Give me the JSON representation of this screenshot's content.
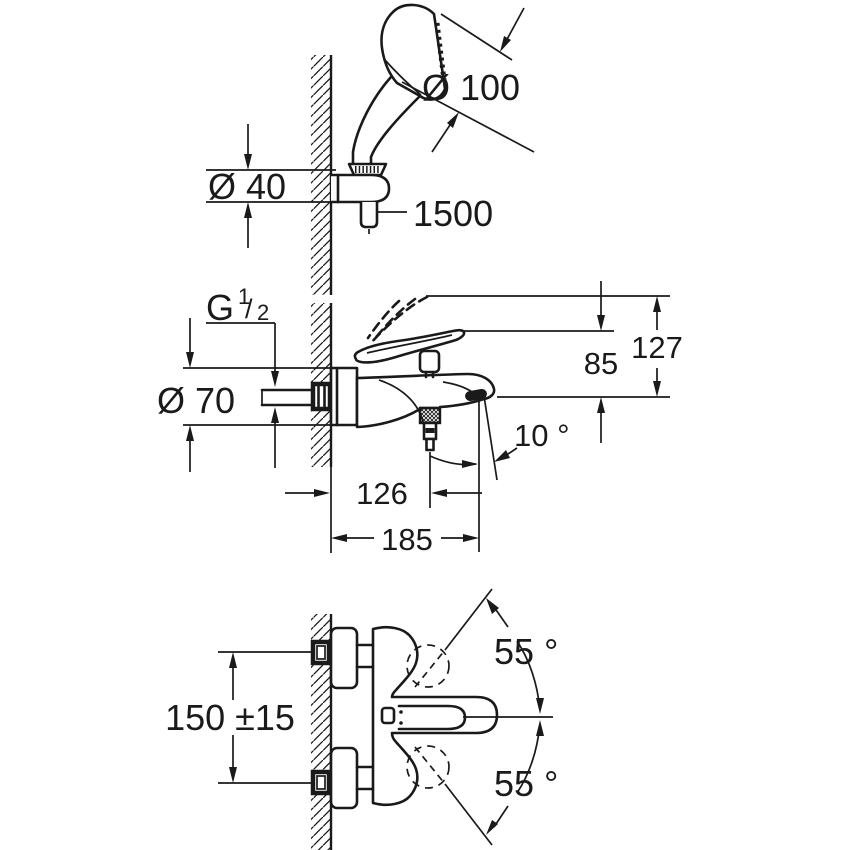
{
  "style": {
    "background": "#ffffff",
    "ink": "#1a1a1a"
  },
  "views": {
    "hand_shower": {
      "labels": {
        "head_diameter": "Ø 100",
        "holder_diameter": "Ø 40",
        "hose_length": "1500"
      }
    },
    "side": {
      "labels": {
        "thread_letter": "G",
        "thread_numerator": "1",
        "thread_slash": "/",
        "thread_denominator": "2",
        "escutcheon_diameter": "Ø 70",
        "height_to_handle": "85",
        "height_overall": "127",
        "spout_angle": "10 °",
        "wall_to_outlet": "126",
        "wall_to_spout": "185"
      }
    },
    "front": {
      "labels": {
        "connection_distance": "150 ±15",
        "lever_swing_upper": "55 °",
        "lever_swing_lower": "55 °"
      }
    }
  }
}
